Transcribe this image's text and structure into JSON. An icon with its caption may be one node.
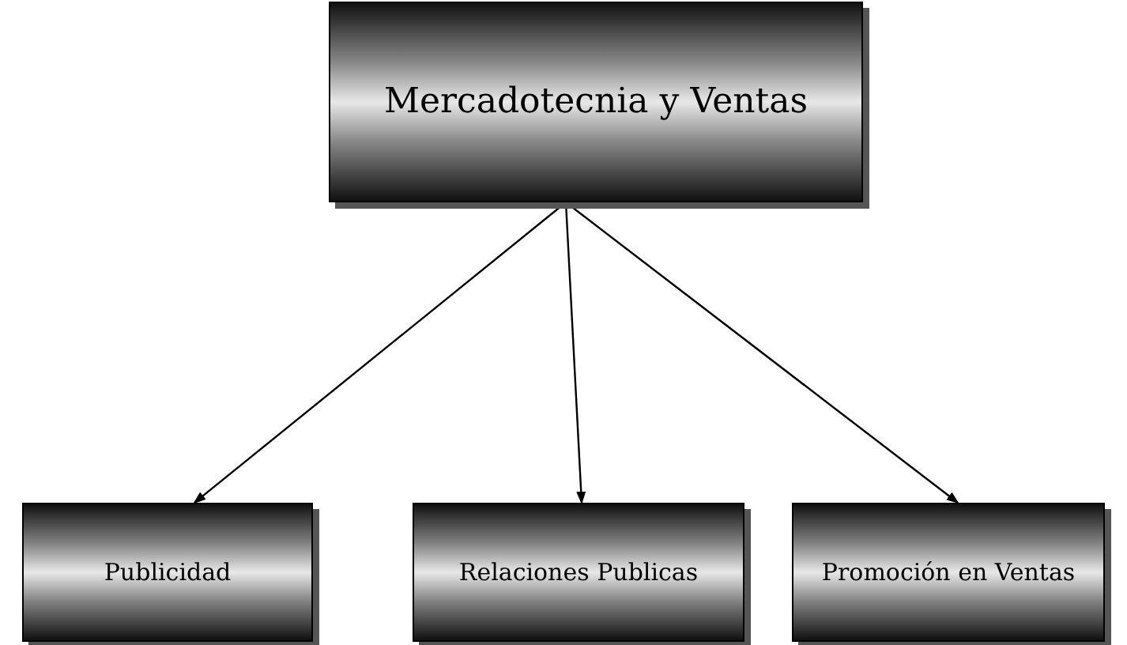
{
  "diagram": {
    "nodes": [
      {
        "text": [
          "Mercadotecnia y Ventas"
        ]
      },
      {
        "text": [
          "Publicidad"
        ]
      },
      {
        "text": [
          "Relaciones Publicas"
        ]
      },
      {
        "text": [
          "Promoción en Ventas"
        ]
      }
    ],
    "edges": [
      {
        "from": 0,
        "to": 1,
        "arrow": "to"
      },
      {
        "from": 0,
        "to": 2,
        "arrow": "to"
      },
      {
        "from": 0,
        "to": 3,
        "arrow": "to"
      }
    ]
  }
}
